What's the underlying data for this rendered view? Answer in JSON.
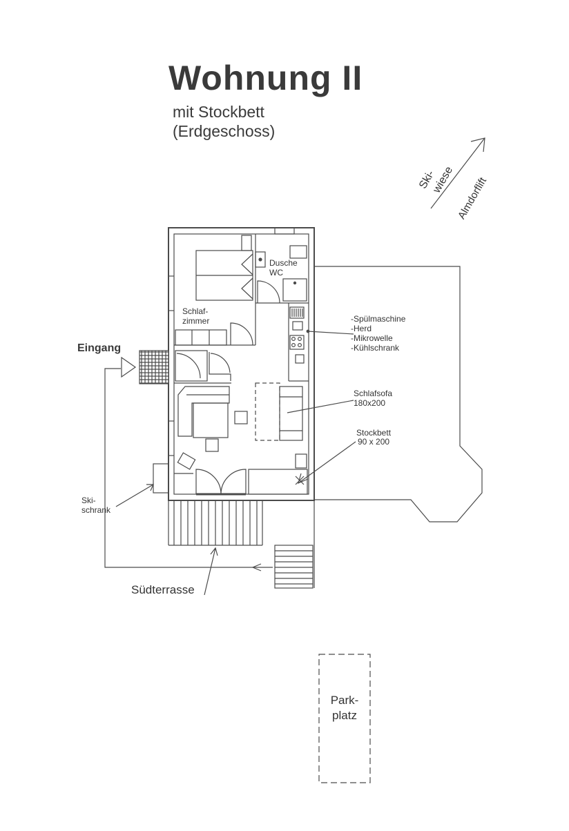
{
  "title": "Wohnung II",
  "subtitle": "mit Stockbett",
  "subtitle2": "(Erdgeschoss)",
  "direction": {
    "ski_1": "Ski-",
    "ski_2": "wiese",
    "lift": "Almdorflift"
  },
  "rooms": {
    "bathroom_1": "Dusche",
    "bathroom_2": "WC",
    "bedroom_1": "Schlaf-",
    "bedroom_2": "zimmer"
  },
  "kitchen_items": [
    "-Spülmaschine",
    "-Herd",
    "-Mikrowelle",
    "-Kühlschrank"
  ],
  "sofa": {
    "name": "Schlafsofa",
    "size": "180x200"
  },
  "bunk": {
    "name": "Stockbett",
    "size": "90 x 200"
  },
  "entrance": "Eingang",
  "ski_cabinet": {
    "line1": "Ski-",
    "line2": "schrank"
  },
  "terrace": "Südterrasse",
  "parking": {
    "line1": "Park-",
    "line2": "platz"
  }
}
